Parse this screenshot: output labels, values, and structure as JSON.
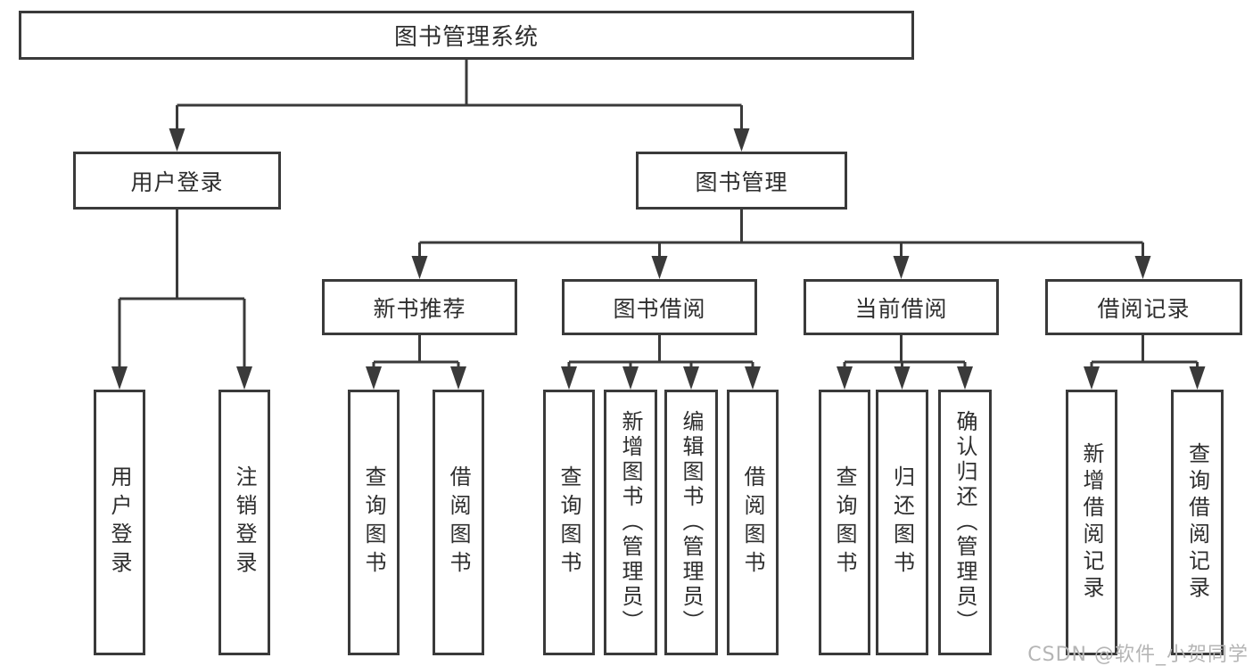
{
  "tree": {
    "root": {
      "label": "图书管理系统"
    },
    "branches": [
      {
        "label": "用户登录",
        "children": [
          {
            "label": "用户登录"
          },
          {
            "label": "注销登录"
          }
        ]
      },
      {
        "label": "图书管理",
        "children": [
          {
            "label": "新书推荐",
            "children": [
              {
                "label": "查询图书"
              },
              {
                "label": "借阅图书"
              }
            ]
          },
          {
            "label": "图书借阅",
            "children": [
              {
                "label": "查询图书"
              },
              {
                "label": "新增图书（管理员）"
              },
              {
                "label": "编辑图书（管理员）"
              },
              {
                "label": "借阅图书"
              }
            ]
          },
          {
            "label": "当前借阅",
            "children": [
              {
                "label": "查询图书"
              },
              {
                "label": "归还图书"
              },
              {
                "label": "确认归还（管理员）"
              }
            ]
          },
          {
            "label": "借阅记录",
            "children": [
              {
                "label": "新增借阅记录"
              },
              {
                "label": "查询借阅记录"
              }
            ]
          }
        ]
      }
    ]
  },
  "watermark": {
    "text": "CSDN @软件_小贺同学"
  },
  "colors": {
    "line": "#3a3a3a",
    "text": "#2e2e2e",
    "background": "#ffffff",
    "watermark": "#b5b5b5"
  }
}
